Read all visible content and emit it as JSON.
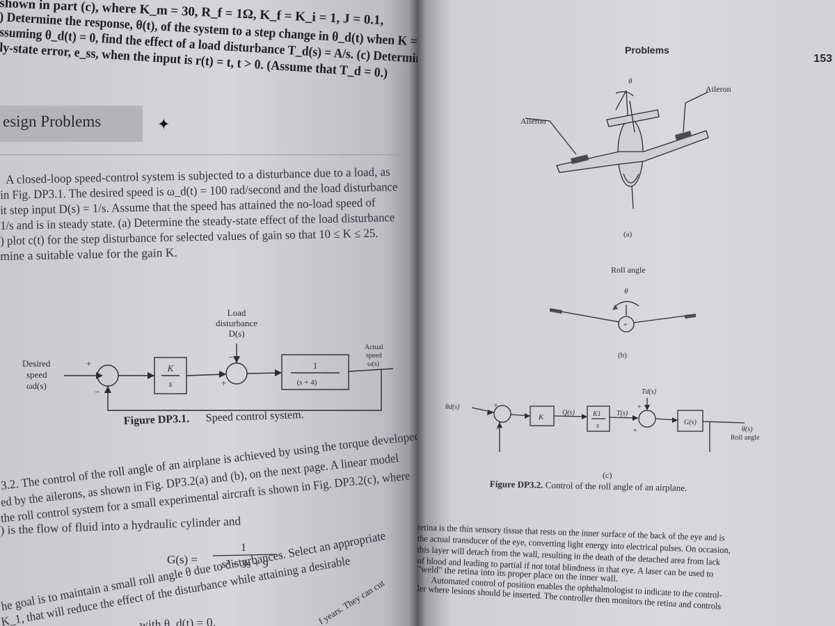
{
  "left_page": {
    "top_lines": [
      "shown in part (c), where K_m = 30, R_f = 1Ω, K_f = K_i = 1, J = 0.1,",
      ") Determine the response, θ(t), of the system to a step change in θ_d(t) when K =",
      "ssuming θ_d(t) = 0, find the effect of a load disturbance T_d(s) = A/s. (c) Determine",
      "ly-state error, e_ss, when the input is r(t) = t, t > 0. (Assume that T_d = 0.)"
    ],
    "section_title": "esign Problems",
    "star": "✦",
    "problem_1_lines": [
      "A closed-loop speed-control system is subjected to a disturbance due to a load, as",
      "in Fig. DP3.1. The desired speed is ω_d(t) = 100 rad/second and the load disturbance",
      "it step input D(s) = 1/s. Assume that the speed has attained the no-load speed of",
      "1/s and is in steady state. (a) Determine the steady-state effect of the load disturbance",
      ") plot c(t) for the step disturbance for selected values of gain so that 10 ≤ K ≤ 25.",
      "mine a suitable value for the gain K."
    ],
    "figure_dp31": {
      "load_label_1": "Load",
      "load_label_2": "disturbance",
      "load_label_3": "D(s)",
      "desired_1": "Desired",
      "desired_2": "speed",
      "desired_3": "ωd(s)",
      "gain_num": "K",
      "gain_den": "s",
      "plant_num": "1",
      "plant_den": "(s + 4)",
      "actual_1": "Actual",
      "actual_2": "speed",
      "actual_3": "ω(s)",
      "plus_1": "+",
      "minus_1": "−",
      "minus_2": "−",
      "plus_2": "+",
      "caption_bold": "Figure DP3.1.",
      "caption_text": "Speed control system."
    },
    "problem_2_lines": [
      "3.2. The control of the roll angle of an airplane is achieved by using the torque developed",
      "ed by the ailerons, as shown in Fig. DP3.2(a) and (b), on the next page. A linear model",
      "the roll control system for a small experimental aircraft is shown in Fig. DP3.2(c), where",
      ") is the flow of fluid into a hydraulic cylinder and"
    ],
    "equation_lhs": "G(s) =",
    "equation_num": "1",
    "equation_den": "s² + 3s + 9",
    "equation_end": ".",
    "bottom_lines": [
      "he goal is to maintain a small roll angle θ due to disturbances. Select an appropriate",
      "K_1, that will reduce the effect of the disturbance while attaining a desirable",
      "with θ_d(t) = 0."
    ],
    "corner_fragment": "f years. They can cut"
  },
  "right_page": {
    "header": "Problems",
    "page_number": "153",
    "fig_a": {
      "aileron_left": "Aileron",
      "aileron_right": "Aileron",
      "theta": "θ",
      "label": "(a)"
    },
    "fig_b": {
      "title": "Roll angle",
      "theta": "θ",
      "plus": "+",
      "label": "(b)"
    },
    "fig_c": {
      "input": "θd(s)",
      "plus_in": "+",
      "minus_in": "−",
      "k": "K",
      "q": "Q(s)",
      "k1_num": "K1",
      "k1_den": "s",
      "t": "T(s)",
      "td": "Td(s)",
      "plus_td": "+",
      "plus_sum": "+",
      "g": "G(s)",
      "output_1": "θ(s)",
      "output_2": "Roll angle",
      "label": "(c)"
    },
    "caption_bold": "Figure DP3.2.",
    "caption_text": "Control of the roll angle of an airplane.",
    "body_lines": [
      "retina is the thin sensory tissue that rests on the inner surface of the back of the eye and is",
      "the actual transducer of the eye, converting light energy into electrical pulses. On occasion,",
      "this layer will detach from the wall, resulting in the death of the detached area from lack",
      "of blood and leading to partial if not total blindness in that eye. A laser can be used to",
      "\"weld\" the retina into its proper place on the inner wall.",
      "Automated control of position enables the ophthalmologist to indicate to the control-",
      "ler where lesions should be inserted. The controller then monitors the retina and controls"
    ]
  }
}
